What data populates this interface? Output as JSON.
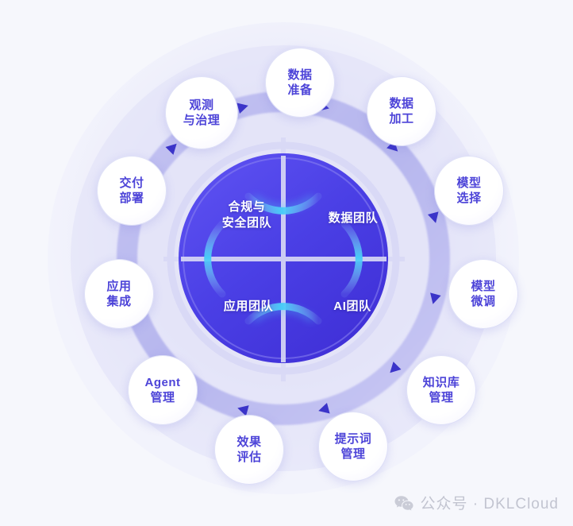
{
  "diagram": {
    "type": "circular-lifecycle",
    "background_color": "#f6f7fc",
    "ring_color": "#bcbdf0",
    "arrow_color": "#3b34c9",
    "core_color": "#4a3fe0",
    "accent_color": "#3fc8f5",
    "node_text_color": "#4d44d8",
    "halo_color": "#dcdcf7"
  },
  "core": {
    "quadrants": [
      {
        "id": "compliance-security-team",
        "line1": "合规与",
        "line2": "安全团队",
        "position": "top-left"
      },
      {
        "id": "data-team",
        "line1": "数据团队",
        "line2": "",
        "position": "top-right"
      },
      {
        "id": "app-team",
        "line1": "应用团队",
        "line2": "",
        "position": "bottom-left"
      },
      {
        "id": "ai-team",
        "line1": "AI团队",
        "line2": "",
        "position": "bottom-right"
      }
    ]
  },
  "stages": [
    {
      "id": "data-preparation",
      "line1": "数据",
      "line2": "准备",
      "angle_deg": 270
    },
    {
      "id": "data-processing",
      "line1": "数据",
      "line2": "加工",
      "angle_deg": 300
    },
    {
      "id": "model-selection",
      "line1": "模型",
      "line2": "选择",
      "angle_deg": 330
    },
    {
      "id": "model-finetuning",
      "line1": "模型",
      "line2": "微调",
      "angle_deg": 0
    },
    {
      "id": "knowledge-base-mgmt",
      "line1": "知识库",
      "line2": "管理",
      "angle_deg": 30
    },
    {
      "id": "prompt-management",
      "line1": "提示词",
      "line2": "管理",
      "angle_deg": 60
    },
    {
      "id": "effect-evaluation",
      "line1": "效果",
      "line2": "评估",
      "angle_deg": 90
    },
    {
      "id": "agent-management",
      "line1": "Agent",
      "line2": "管理",
      "angle_deg": 120
    },
    {
      "id": "app-integration",
      "line1": "应用",
      "line2": "集成",
      "angle_deg": 150
    },
    {
      "id": "delivery-deployment",
      "line1": "交付",
      "line2": "部署",
      "angle_deg": 180
    },
    {
      "id": "observe-governance",
      "line1": "观测",
      "line2": "与治理",
      "angle_deg": 210
    }
  ],
  "watermark": {
    "icon": "wechat-icon",
    "text": "公众号 · DKLCloud"
  }
}
